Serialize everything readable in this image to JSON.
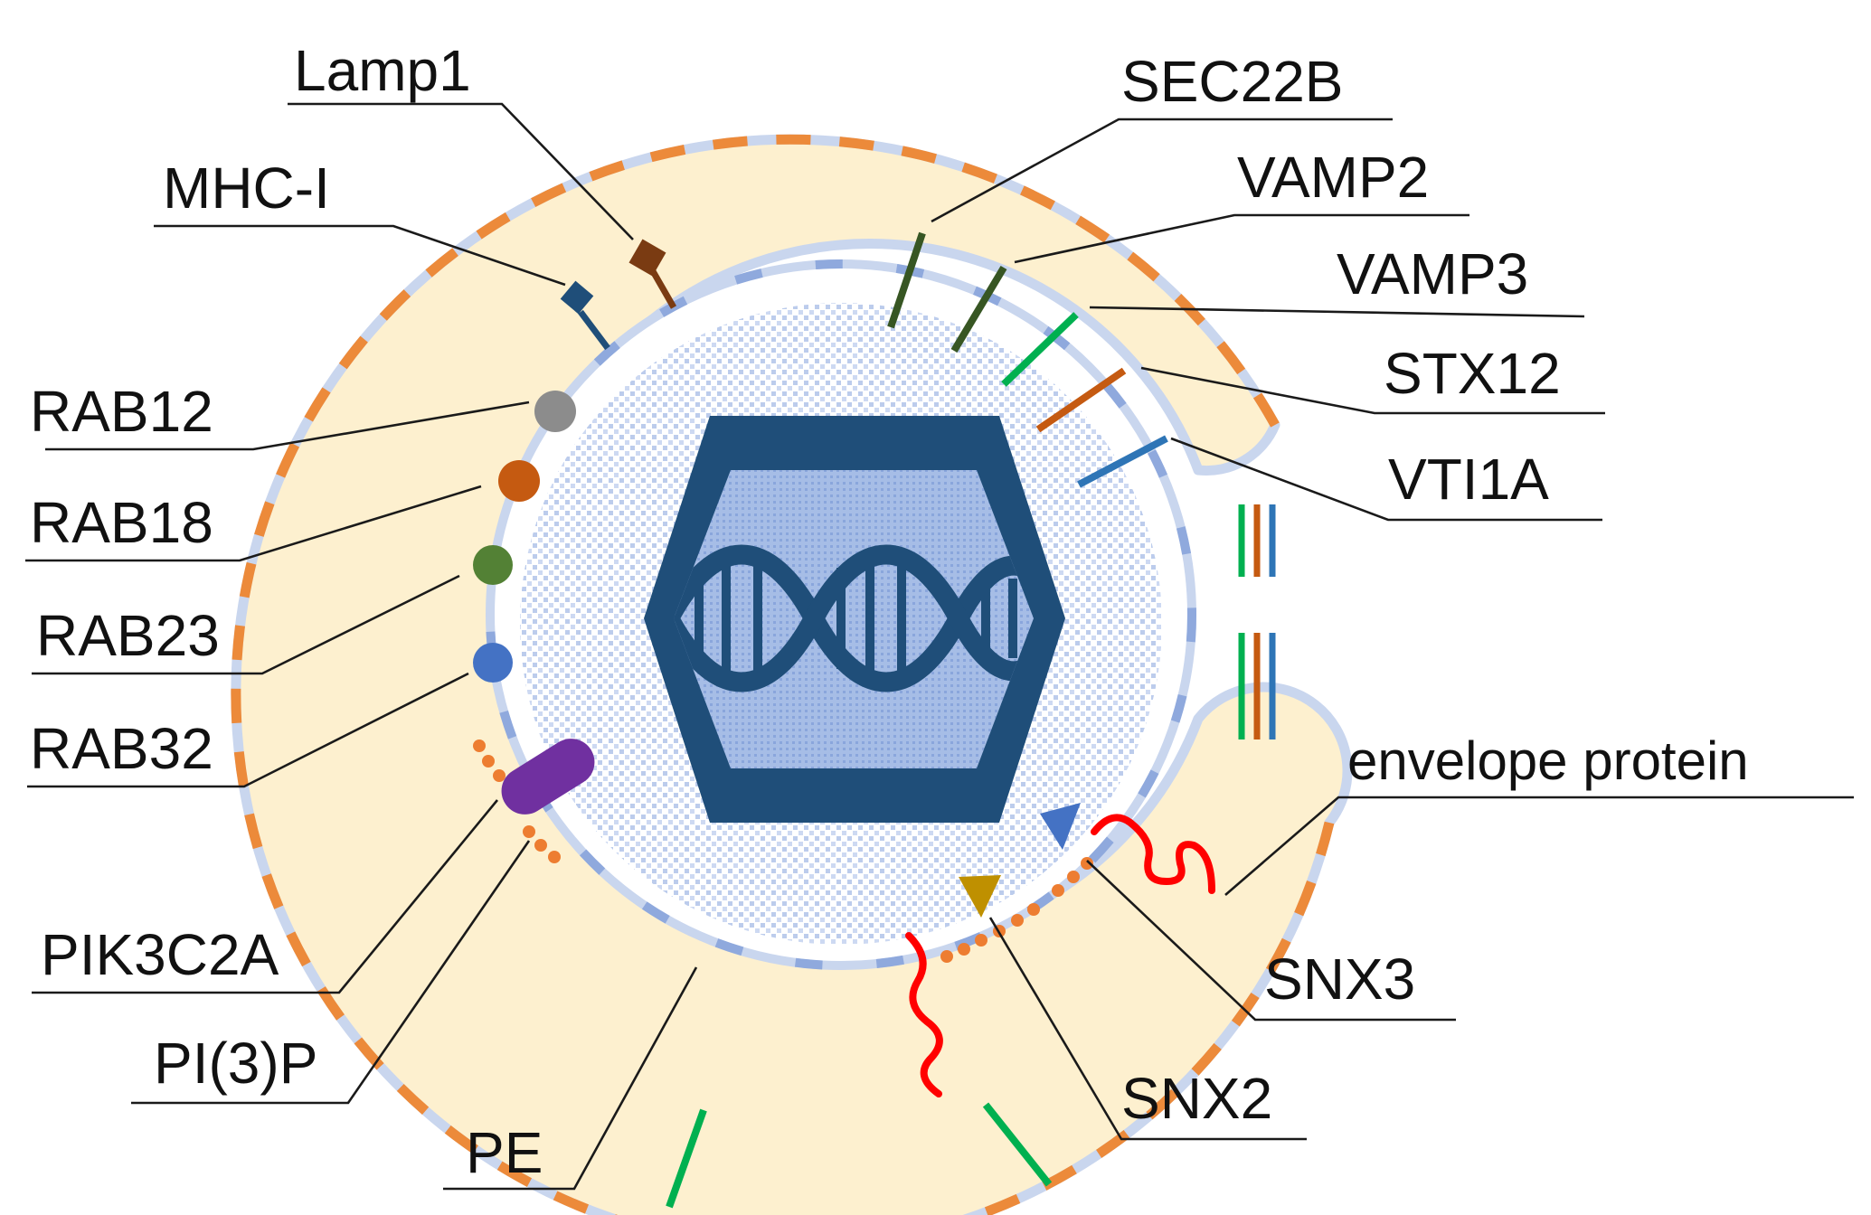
{
  "labels": {
    "lamp1": "Lamp1",
    "mhc_i": "MHC-I",
    "rab12": "RAB12",
    "rab18": "RAB18",
    "rab23": "RAB23",
    "rab32": "RAB32",
    "pik3c2a": "PIK3C2A",
    "pi3p": "PI(3)P",
    "pe": "PE",
    "sec22b": "SEC22B",
    "vamp2": "VAMP2",
    "vamp3": "VAMP3",
    "stx12": "STX12",
    "vti1a": "VTI1A",
    "envelope_protein": "envelope protein",
    "snx3": "SNX3",
    "snx2": "SNX2"
  },
  "colors": {
    "lumen_fill": "#fdf0cf",
    "membrane": "#c9d6ee",
    "membrane_dash_outer": "#ec8a3a",
    "membrane_dash_inner": "#8fa9dd",
    "capsid": "#1f4e79",
    "capsid_inner": "#a9c1e8",
    "mhc_i": "#1f4e79",
    "lamp1": "#7a3b12",
    "rab12": "#8c8c8c",
    "rab18": "#c55a11",
    "rab23": "#538135",
    "rab32": "#4472c4",
    "pik3c2a": "#7030a0",
    "pi3p": "#ed7d31",
    "sec22b": "#375623",
    "vamp2": "#375623",
    "vamp3": "#00b050",
    "stx12": "#c55a11",
    "vti1a": "#2e75b6",
    "envelope_protein": "#ff0000",
    "snx3": "#4472c4",
    "snx2": "#bf9000"
  },
  "icons": {
    "center": "dna-in-hexagonal-capsid-icon"
  }
}
